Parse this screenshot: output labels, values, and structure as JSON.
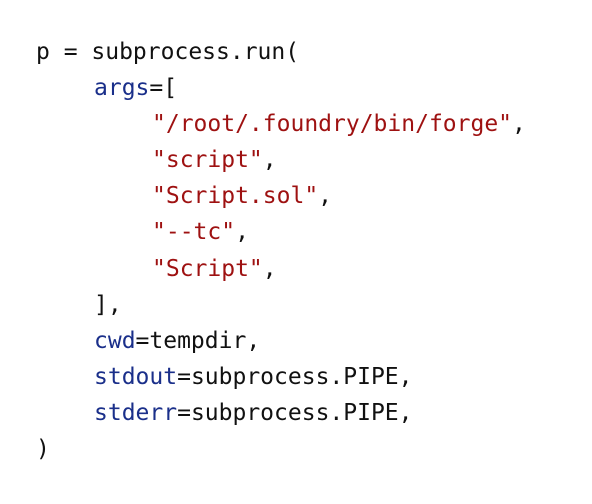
{
  "code": {
    "line1": {
      "text": "p = subprocess.run("
    },
    "line2": {
      "kwarg": "args",
      "rest": "=["
    },
    "line3": {
      "string": "\"/root/.foundry/bin/forge\"",
      "rest": ","
    },
    "line4": {
      "string": "\"script\"",
      "rest": ","
    },
    "line5": {
      "string": "\"Script.sol\"",
      "rest": ","
    },
    "line6": {
      "string": "\"--tc\"",
      "rest": ","
    },
    "line7": {
      "string": "\"Script\"",
      "rest": ","
    },
    "line8": {
      "text": "],"
    },
    "line9": {
      "kwarg": "cwd",
      "rest": "=tempdir,"
    },
    "line10": {
      "kwarg": "stdout",
      "rest": "=subprocess.PIPE,"
    },
    "line11": {
      "kwarg": "stderr",
      "rest": "=subprocess.PIPE,"
    },
    "line12": {
      "text": ")"
    }
  },
  "colors": {
    "keyword_argument": "#1a2f8a",
    "string_literal": "#9e1111",
    "default_text": "#111111",
    "background": "#ffffff"
  }
}
